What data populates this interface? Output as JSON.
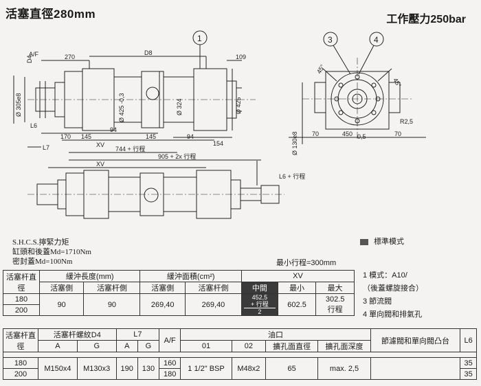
{
  "header": {
    "title_left": "活塞直徑280mm",
    "title_right": "工作壓力250bar"
  },
  "drawing": {
    "balloons": [
      "1",
      "3",
      "4"
    ],
    "dims": {
      "af": "A/F",
      "d4": "D4",
      "d8": "D8",
      "v270": "270",
      "v109": "109",
      "d305": "Ø 305e8",
      "d425a": "Ø 425 -0,3",
      "d324": "Ø 324",
      "d425b": "Ø 425",
      "l6": "L6",
      "l7": "L7",
      "v170": "170",
      "v145a": "145",
      "v94a": "94",
      "v145b": "145",
      "v94b": "94",
      "v154": "154",
      "xv": "XV",
      "s744": "744 + 行程",
      "s905": "905 + 2x 行程",
      "xv2": "XV",
      "l6s": "L6 + 行程",
      "a45a": "45°",
      "a45b": "45°",
      "r25": "R2,5",
      "d130": "Ø 130e8",
      "v70a": "70",
      "v450": "450",
      "v05": "0,5",
      "v70b": "70"
    }
  },
  "notes": {
    "line1": "S.H.C.S.擰緊力矩",
    "line2": "缸頭和後蓋Md=1710Nm",
    "line3": "密封蓋Md=100Nm"
  },
  "legend": {
    "label": "標準模式"
  },
  "min_stroke": "最小行程=300mm",
  "side_notes": [
    "1 模式：A10/",
    "（後蓋螺旋接合）",
    "3 節流閥",
    "4 單向閥和排氣孔"
  ],
  "table1": {
    "h_rod_dia": "活塞杆直徑",
    "h_cush_len": "緩沖長度(mm)",
    "h_cush_area": "緩沖面積(cm²)",
    "h_xv": "XV",
    "h_piston_side": "活塞側",
    "h_rod_side": "活塞杆側",
    "h_piston_side2": "活塞側",
    "h_rod_side2": "活塞杆側",
    "h_mid": "中間",
    "h_min": "最小",
    "h_max": "最大",
    "rod1": "180",
    "rod2": "200",
    "len_piston": "90",
    "len_rod": "90",
    "area_piston": "269,40",
    "area_rod": "269,40",
    "mid_top": "452,5",
    "mid_mid": "+ 行程",
    "mid_bot": "2",
    "xv_min": "602.5",
    "xv_max_1": "302.5",
    "xv_max_2": "行程"
  },
  "table2": {
    "h_rod_dia": "活塞杆直徑",
    "h_thread": "活塞杆螺紋D4",
    "h_l7": "L7",
    "h_af": "A/F",
    "h_port": "油口",
    "h_valve": "節濾閥和單向閥凸台",
    "h_l6": "L6",
    "h_a": "A",
    "h_g": "G",
    "h_a2": "A",
    "h_g2": "G",
    "h_01": "01",
    "h_02": "02",
    "h_bore": "擴孔面直徑",
    "h_depth": "擴孔面深度",
    "rod1": "180",
    "rod2": "200",
    "thread_a": "M150x4",
    "thread_g": "M130x3",
    "l7_a": "190",
    "l7_g": "130",
    "af1": "160",
    "af2": "180",
    "p01": "1 1/2\" BSP",
    "p02": "M48x2",
    "bore": "65",
    "depth": "max. 2,5",
    "l6_1": "35",
    "l6_2": "35"
  }
}
